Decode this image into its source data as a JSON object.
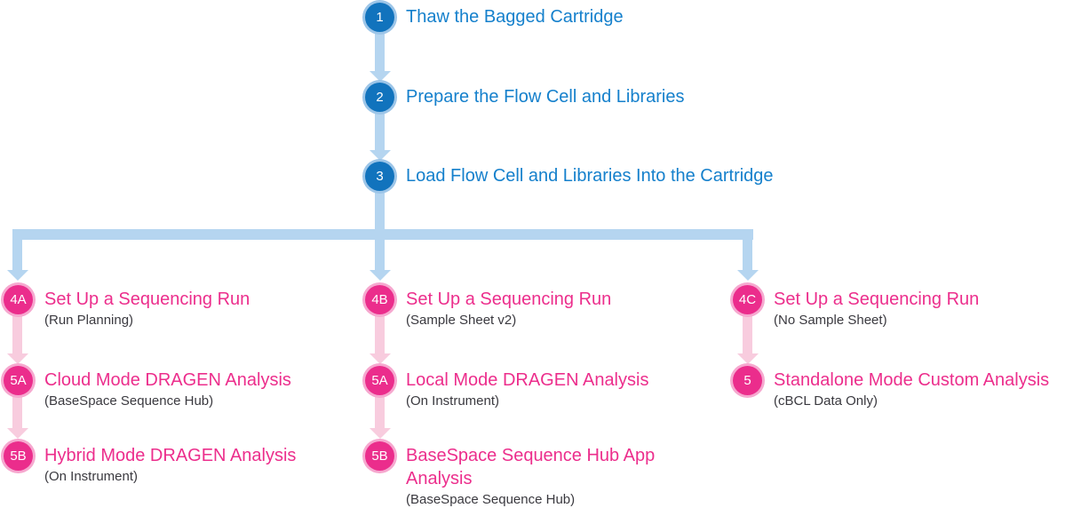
{
  "colors": {
    "blue_circle": "#1173BD",
    "blue_ring": "#9CC5E8",
    "blue_text": "#1580CC",
    "blue_arrow": "#B5D5F0",
    "pink_circle": "#EB2D8C",
    "pink_ring": "#F6A8CF",
    "pink_text": "#EC2E8C",
    "pink_arrow": "#F8CCDE",
    "subtitle_text": "#3A393F"
  },
  "top_steps": [
    {
      "number": "1",
      "title": "Thaw the Bagged Cartridge"
    },
    {
      "number": "2",
      "title": "Prepare the Flow Cell and Libraries"
    },
    {
      "number": "3",
      "title": "Load Flow Cell and Libraries Into the Cartridge"
    }
  ],
  "branches": {
    "left": [
      {
        "number": "4A",
        "title": "Set Up a Sequencing Run",
        "subtitle": "(Run Planning)"
      },
      {
        "number": "5A",
        "title": "Cloud Mode DRAGEN Analysis",
        "subtitle": "(BaseSpace Sequence Hub)"
      },
      {
        "number": "5B",
        "title": "Hybrid Mode DRAGEN Analysis",
        "subtitle": "(On Instrument)"
      }
    ],
    "center": [
      {
        "number": "4B",
        "title": "Set Up a Sequencing Run",
        "subtitle": "(Sample Sheet v2)"
      },
      {
        "number": "5A",
        "title": "Local Mode DRAGEN Analysis",
        "subtitle": "(On Instrument)"
      },
      {
        "number": "5B",
        "title": "BaseSpace Sequence Hub App Analysis",
        "subtitle": "(BaseSpace Sequence Hub)"
      }
    ],
    "right": [
      {
        "number": "4C",
        "title": "Set Up a Sequencing Run",
        "subtitle": "(No Sample Sheet)"
      },
      {
        "number": "5",
        "title": "Standalone Mode Custom Analysis",
        "subtitle": "(cBCL Data Only)"
      }
    ]
  }
}
